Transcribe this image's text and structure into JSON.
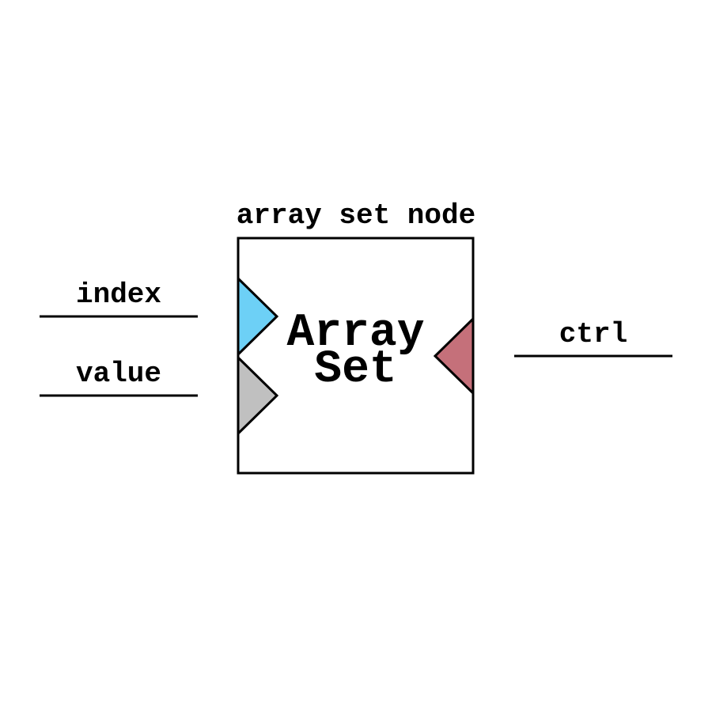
{
  "node": {
    "title": "array set node",
    "label_line1": "Array",
    "label_line2": "Set"
  },
  "inputs": [
    {
      "name": "index",
      "color": "#6dd0f6"
    },
    {
      "name": "value",
      "color": "#c0c0c0"
    }
  ],
  "outputs": [
    {
      "name": "ctrl",
      "color": "#c5707a"
    }
  ]
}
